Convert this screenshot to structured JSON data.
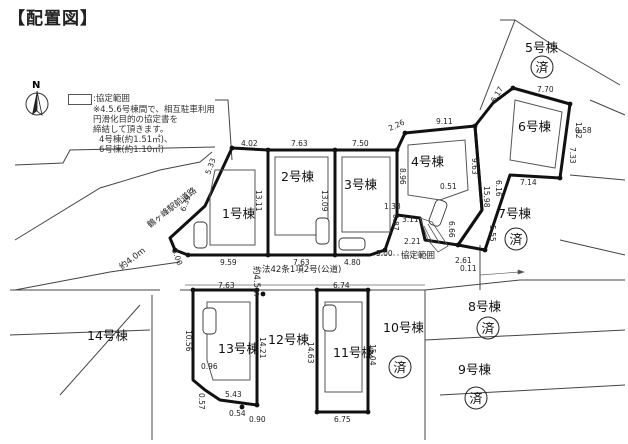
{
  "title": "【配置図】",
  "north_label": "N",
  "legend": {
    "label": ":協定範囲",
    "note_lines": [
      "※4.5.6号棟間で、相互駐車利用",
      "円滑化目的の協定書を",
      "締結して頂きます。",
      "4号棟(約1.51㎡)、",
      "6号棟(約1.10㎡)"
    ]
  },
  "road_labels": {
    "public_road": "法42条1項2号(公道)",
    "side_road": "鶴ヶ峰駅前道路",
    "side_width": "約4.0m",
    "corner_width": "約4.5m"
  },
  "lots": {
    "b1": "1号棟",
    "b2": "2号棟",
    "b3": "3号棟",
    "b4": "4号棟",
    "b5": "5号棟",
    "b6": "6号棟",
    "b7": "7号棟",
    "b8": "8号棟",
    "b9": "9号棟",
    "b10": "10号棟",
    "b11": "11号棟",
    "b12": "12号棟",
    "b13": "13号棟",
    "b14": "14号棟"
  },
  "sold_mark": "済",
  "agreement_label": "協定範囲",
  "dims": {
    "d402": "4.02",
    "d763a": "7.63",
    "d750": "7.50",
    "d226": "2.26",
    "d911": "9.11",
    "d617": "6.17",
    "d770": "7.70",
    "d182": "1.82",
    "d058": "0.58",
    "d733": "7.33",
    "d533": "5.33",
    "d639": "6.39",
    "d1311": "13.11",
    "d1309": "13.09",
    "d896": "8.96",
    "d051": "0.51",
    "d963": "9.63",
    "d1598": "15.98",
    "d616": "6.16",
    "d714": "7.14",
    "d555": "5.55",
    "d138": "1.38",
    "d311": "3.11",
    "d087": "0.87",
    "d666": "6.66",
    "d221": "2.21",
    "d261": "2.61",
    "d011": "0.11",
    "d300a": "3.00",
    "d959": "9.59",
    "d763b": "7.63",
    "d480": "4.80",
    "d300b": "3.00",
    "d763c": "7.63",
    "d674": "6.74",
    "d1056": "10.56",
    "d1421": "14.21",
    "d1463": "14.63",
    "d1504": "15.04",
    "d096": "0.96",
    "d543": "5.43",
    "d057": "0.57",
    "d054": "0.54",
    "d090": "0.90",
    "d675": "6.75"
  }
}
